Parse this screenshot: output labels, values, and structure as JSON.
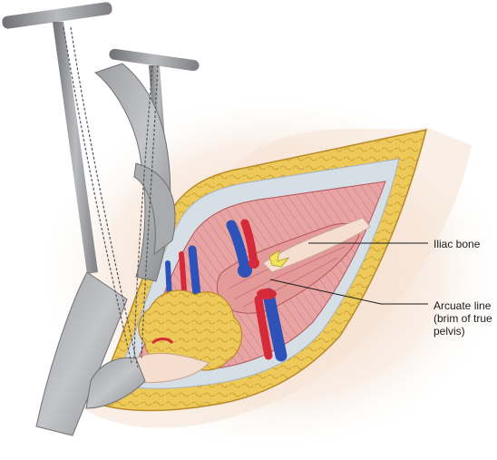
{
  "labels": {
    "iliac_bone": "Iliac bone",
    "arcuate_line_1": "Arcuate line",
    "arcuate_line_2": "(brim of true",
    "arcuate_line_3": "pelvis)"
  },
  "colors": {
    "skin": "#f6e4d6",
    "skin_glow": "#f2c6a8",
    "fat": "#edc95a",
    "fat_dark": "#c79a2c",
    "muscle": "#e8a3a3",
    "muscle_line": "#c46f73",
    "bone": "#f5ddcf",
    "artery": "#d52a3a",
    "vein": "#2f52b8",
    "retractor": "#8a8c90",
    "retractor_light": "#b9bbbf",
    "fascia": "#d7dfe6",
    "ureter": "#f3e35a"
  },
  "icons": [
    "retractor-icon",
    "chain-icon"
  ]
}
